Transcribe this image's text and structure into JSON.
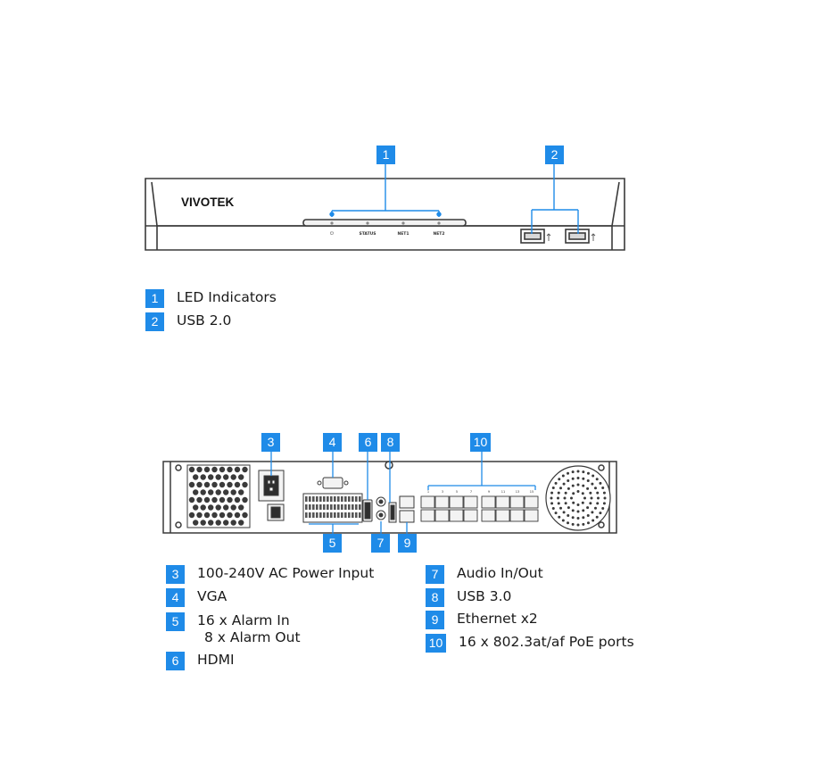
{
  "brand": "VIVOTEK",
  "front_panel": {
    "led_labels": [
      "⏻",
      "STATUS",
      "NET1",
      "NET2"
    ],
    "callouts": [
      "1",
      "2"
    ]
  },
  "front_legend": [
    {
      "num": "1",
      "label": "LED Indicators"
    },
    {
      "num": "2",
      "label": "USB 2.0"
    }
  ],
  "rear_panel": {
    "callouts": [
      "3",
      "4",
      "6",
      "8",
      "10",
      "5",
      "7",
      "9"
    ],
    "port_numbers": [
      "1",
      "3",
      "5",
      "7",
      "9",
      "11",
      "13",
      "15"
    ]
  },
  "rear_legend_left": [
    {
      "num": "3",
      "label": "100-240V AC Power Input"
    },
    {
      "num": "4",
      "label": "VGA"
    },
    {
      "num": "5",
      "label": "16 x Alarm In",
      "label2": "8 x Alarm Out"
    },
    {
      "num": "6",
      "label": "HDMI"
    }
  ],
  "rear_legend_right": [
    {
      "num": "7",
      "label": "Audio In/Out"
    },
    {
      "num": "8",
      "label": "USB 3.0"
    },
    {
      "num": "9",
      "label": "Ethernet x2"
    },
    {
      "num": "10",
      "label": "16 x 802.3at/af PoE ports"
    }
  ],
  "colors": {
    "accent": "#1f8be8",
    "outline": "#3a3a3a"
  }
}
